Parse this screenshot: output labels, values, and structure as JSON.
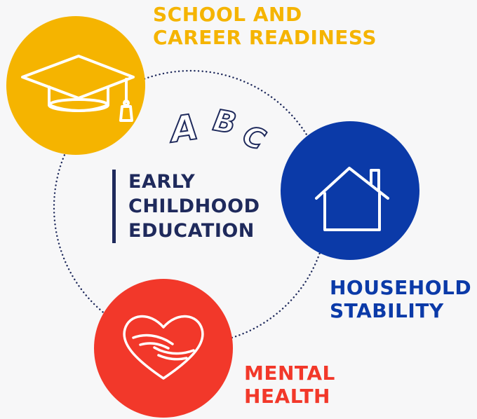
{
  "center": {
    "lines": [
      "EARLY",
      "CHILDHOOD",
      "EDUCATION"
    ],
    "color": "#1f2a5c"
  },
  "decoration": {
    "letters": [
      "A",
      "B",
      "C"
    ]
  },
  "nodes": {
    "school": {
      "lines": [
        "SCHOOL AND",
        "CAREER READINESS"
      ],
      "color": "#f5b400",
      "icon": "graduation-cap-icon"
    },
    "household": {
      "lines": [
        "HOUSEHOLD",
        "STABILITY"
      ],
      "color": "#0b3aa8",
      "icon": "house-icon"
    },
    "mental": {
      "lines": [
        "MENTAL",
        "HEALTH"
      ],
      "color": "#f2382a",
      "icon": "heart-hands-icon"
    }
  },
  "ring": {
    "color": "#1f2a5c"
  }
}
